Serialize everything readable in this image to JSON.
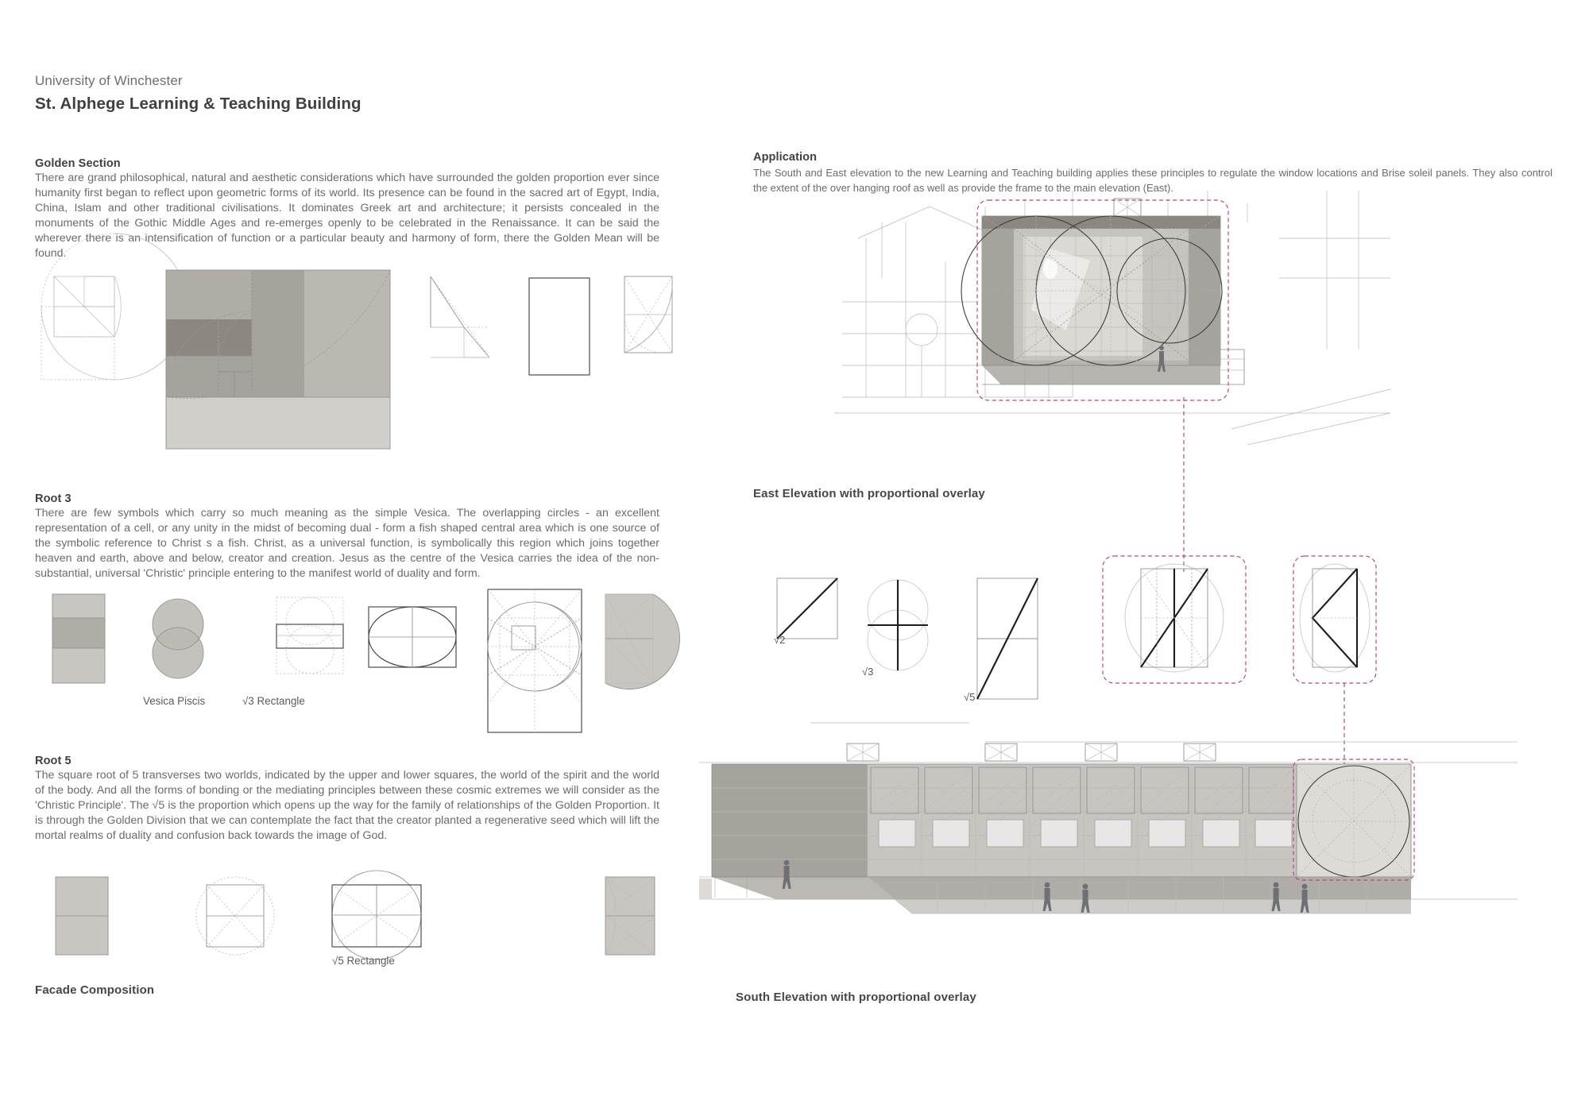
{
  "header": {
    "organisation": "University of Winchester",
    "project_title": "St. Alphege Learning & Teaching Building"
  },
  "sections": {
    "golden": {
      "heading": "Golden Section",
      "body": "There are grand philosophical, natural and aesthetic considerations which have surrounded the golden proportion ever since humanity first began to reflect upon geometric forms of its world.  Its presence can be found in the sacred art of Egypt, India, China, Islam and other traditional civilisations.  It dominates Greek art and architecture; it persists concealed in the monuments of the Gothic Middle Ages and re-emerges openly to be celebrated in the Renaissance.  It can be said the wherever there is an intensification of function or a particular beauty and harmony of form, there the Golden Mean will be found."
    },
    "root3": {
      "heading": "Root 3",
      "body": "There are few symbols which carry so much meaning as the simple Vesica.   The overlapping circles - an excellent representation of a cell, or any unity in the midst of becoming dual - form a fish shaped central area which is one source of the symbolic reference to Christ s a fish.   Christ, as a universal function, is symbolically this region which joins together heaven and earth, above and below, creator and creation.  Jesus as the centre of the Vesica carries the idea of the non-substantial, universal 'Christic' principle entering to the manifest world of duality and form."
    },
    "root5": {
      "heading": "Root 5",
      "body": "The square root of 5 transverses two worlds, indicated by the upper and lower squares, the world of the spirit and the world of the body.  And all the forms of bonding or the mediating principles between these cosmic extremes we will consider as the 'Christic Principle'.    The √5 is the proportion which opens up the way for the family of relationships of the Golden Proportion.  It is through the Golden Division that we can contemplate the fact that the creator planted a regenerative seed which will lift the mortal realms of duality and confusion back towards the image of God."
    },
    "facade": {
      "heading": "Facade Composition"
    },
    "application": {
      "heading": "Application",
      "body": "The South and East elevation to the new Learning and Teaching building applies these principles to regulate the window locations and Brise soleil panels. They also control the extent of the over hanging roof as well as provide the frame to the main elevation (East)."
    }
  },
  "captions": {
    "vesica_piscis": "Vesica Piscis",
    "root3_rectangle": "√3 Rectangle",
    "root5_rectangle": "√5 Rectangle",
    "east_elevation": "East Elevation with proportional overlay",
    "south_elevation": "South Elevation with proportional overlay",
    "sqrt2": "√2",
    "sqrt3": "√3",
    "sqrt5": "√5"
  },
  "colors": {
    "heading": "#3f4042",
    "body_text": "#6a6b6d",
    "line_dark": "#3c3c3c",
    "line_light": "#b9babc",
    "callout_magenta": "#b9407d",
    "fill_dark": "#8c8781",
    "fill_mid": "#a6a29c",
    "fill_light": "#bbb7b1",
    "fill_pale": "#d2cfca"
  }
}
